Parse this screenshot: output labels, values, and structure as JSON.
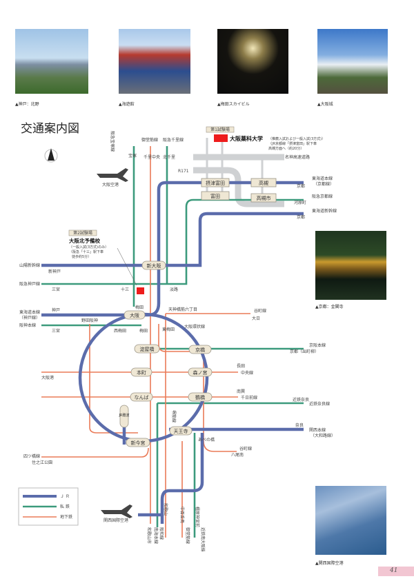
{
  "photos": [
    {
      "caption": "▲神戸：北野"
    },
    {
      "caption": "▲海遊館"
    },
    {
      "caption": "▲梅田スカイビル"
    },
    {
      "caption": "▲大阪城"
    },
    {
      "caption": "▲京都：金閣寺"
    },
    {
      "caption": "▲関西国際空港"
    }
  ],
  "title": "交通案内図",
  "page_number": "41",
  "colors": {
    "jr": "#5b6cab",
    "private": "#3b9a7c",
    "subway": "#ea7a57",
    "site": "#ee1c1c"
  },
  "legend": {
    "jr": "Ｊ Ｒ",
    "private": "私 鉄",
    "subway": "地下鉄"
  },
  "site1": {
    "tag": "第1試験場",
    "name": "大阪薬科大学",
    "note1": "（推薦入試および一般入試(3方式)）",
    "note2": "（JR京都線「摂津富田」駅下車",
    "note3": "高槻方面へ（約20分）"
  },
  "site2": {
    "tag": "第2試験場",
    "name": "大阪北予備校",
    "note1": "（一般入試(3方式)のみ）",
    "note2": "（阪急「十三」駅下車",
    "note3": "徒歩約5分）"
  },
  "roads": {
    "meishin": "名神高速道路",
    "r171": "R171"
  },
  "airports": {
    "itami": "大阪空港",
    "kix": "関西国際空港"
  },
  "stations": {
    "shin_osaka": "新大阪",
    "osaka": "大阪",
    "yodoyabashi": "淀屋橋",
    "kyobashi": "京橋",
    "hommachi": "本町",
    "morinomiya": "森ノ宮",
    "namba": "なんば",
    "tsuruhashi": "鶴橋",
    "tennoji": "天王寺",
    "shin_imamiya": "新今宮",
    "jr_namba": "JR難波",
    "settsu_tonda": "摂津富田",
    "takatsuki": "高槻",
    "tonda": "富田",
    "takatsukishi": "高槻市"
  },
  "labels": {
    "takarazuka_line": "阪急宝塚線",
    "takarazuka": "宝塚",
    "midosuji_line": "御堂筋線",
    "senri_chuo": "千里中央",
    "senri_line": "阪急千里線",
    "kita_senri": "北千里",
    "tokaido_kyoto": "東海道本線",
    "kyoto_line": "（京都線）",
    "kyoto1": "京都",
    "hankyu_kyoto": "阪急京都線",
    "kawaramachi": "河原町",
    "shinkansen": "東海道新幹線",
    "kyoto2": "京都",
    "sanyo": "山陽新幹線",
    "shin_kobe": "新神戸",
    "hankyu_kobe": "阪急神戸線",
    "sannomiya1": "三宮",
    "juso": "十三",
    "awaji": "淡路",
    "umeda1": "梅田",
    "tokaido_kobe": "東海道本線",
    "kobe_line": "（神戸線）",
    "kobe": "神戸",
    "hanshin": "阪神本線",
    "sannomiya2": "三宮",
    "noda": "野田阪神",
    "nishi_umeda": "西梅田",
    "umeda2": "梅田",
    "higashi_umeda": "東梅田",
    "tenroku": "天神橋筋六丁目",
    "tanimachi1": "谷町線",
    "dainichi": "大日",
    "loop": "大阪環状線",
    "keihan": "京阪本線",
    "demachi": "京都（出町柳）",
    "nagata": "長田",
    "chuo": "中央線",
    "osakako": "大阪港",
    "minami_tatsumi": "南巽",
    "sennichimae": "千日前線",
    "kintetsu_nara": "近鉄奈良線",
    "nara1": "近鉄奈良",
    "kansai": "関西本線",
    "yamatoji": "（大和路線）",
    "nara2": "奈良",
    "abenobashi": "あべの橋",
    "tanimachi2": "谷町線",
    "yaominami": "八尾南",
    "yotsubashi": "四ツ橋線",
    "suminoe": "住之江公園",
    "sakaisuji": "堺筋線",
    "wakayamashi": "和歌山市",
    "nankai": "南海本線",
    "wakayama": "和歌山",
    "hanwa": "阪和線",
    "nakamozu": "中百舌鳥",
    "midosuji2": "御堂筋線",
    "kashihara": "橿原神宮前",
    "minami_osaka": "近鉄南大阪線"
  }
}
